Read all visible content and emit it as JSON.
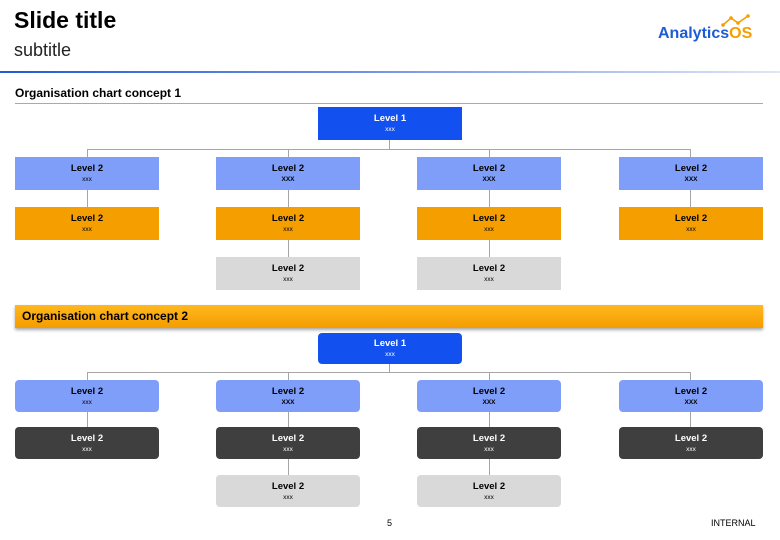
{
  "slide": {
    "title": "Slide title",
    "subtitle": "subtitle"
  },
  "logo": {
    "text_main": "Analytics",
    "text_os": "OS",
    "color_main": "#1f5bd6",
    "color_accent": "#f59e00"
  },
  "colors": {
    "level1": "#1250f0",
    "level2": "#7f9efa",
    "orange": "#f59e00",
    "grey": "#d9d9d9",
    "dark": "#3f3f3f",
    "connector": "#a6a6a6"
  },
  "concept1": {
    "title": "Organisation chart concept 1",
    "root": {
      "label": "Level 1",
      "sub": "xxx"
    },
    "columns": [
      {
        "top": {
          "label": "Level 2",
          "sub": "xxx"
        },
        "second": {
          "label": "Level 2",
          "sub": "xxx"
        }
      },
      {
        "top": {
          "label": "Level 2",
          "sub": "XXX"
        },
        "second": {
          "label": "Level 2",
          "sub": "xxx"
        },
        "third": {
          "label": "Level 2",
          "sub": "xxx"
        }
      },
      {
        "top": {
          "label": "Level 2",
          "sub": "XXX"
        },
        "second": {
          "label": "Level 2",
          "sub": "xxx"
        },
        "third": {
          "label": "Level 2",
          "sub": "xxx"
        }
      },
      {
        "top": {
          "label": "Level 2",
          "sub": "XXX"
        },
        "second": {
          "label": "Level 2",
          "sub": "xxx"
        }
      }
    ]
  },
  "concept2": {
    "title": "Organisation chart concept 2",
    "root": {
      "label": "Level 1",
      "sub": "xxx"
    },
    "columns": [
      {
        "top": {
          "label": "Level 2",
          "sub": "xxx"
        },
        "second": {
          "label": "Level 2",
          "sub": "xxx"
        }
      },
      {
        "top": {
          "label": "Level 2",
          "sub": "XXX"
        },
        "second": {
          "label": "Level 2",
          "sub": "xxx"
        },
        "third": {
          "label": "Level 2",
          "sub": "xxx"
        }
      },
      {
        "top": {
          "label": "Level 2",
          "sub": "XXX"
        },
        "second": {
          "label": "Level 2",
          "sub": "xxx"
        },
        "third": {
          "label": "Level 2",
          "sub": "xxx"
        }
      },
      {
        "top": {
          "label": "Level 2",
          "sub": "XXX"
        },
        "second": {
          "label": "Level 2",
          "sub": "xxx"
        }
      }
    ]
  },
  "footer": {
    "page_number": "5",
    "label": "INTERNAL"
  }
}
